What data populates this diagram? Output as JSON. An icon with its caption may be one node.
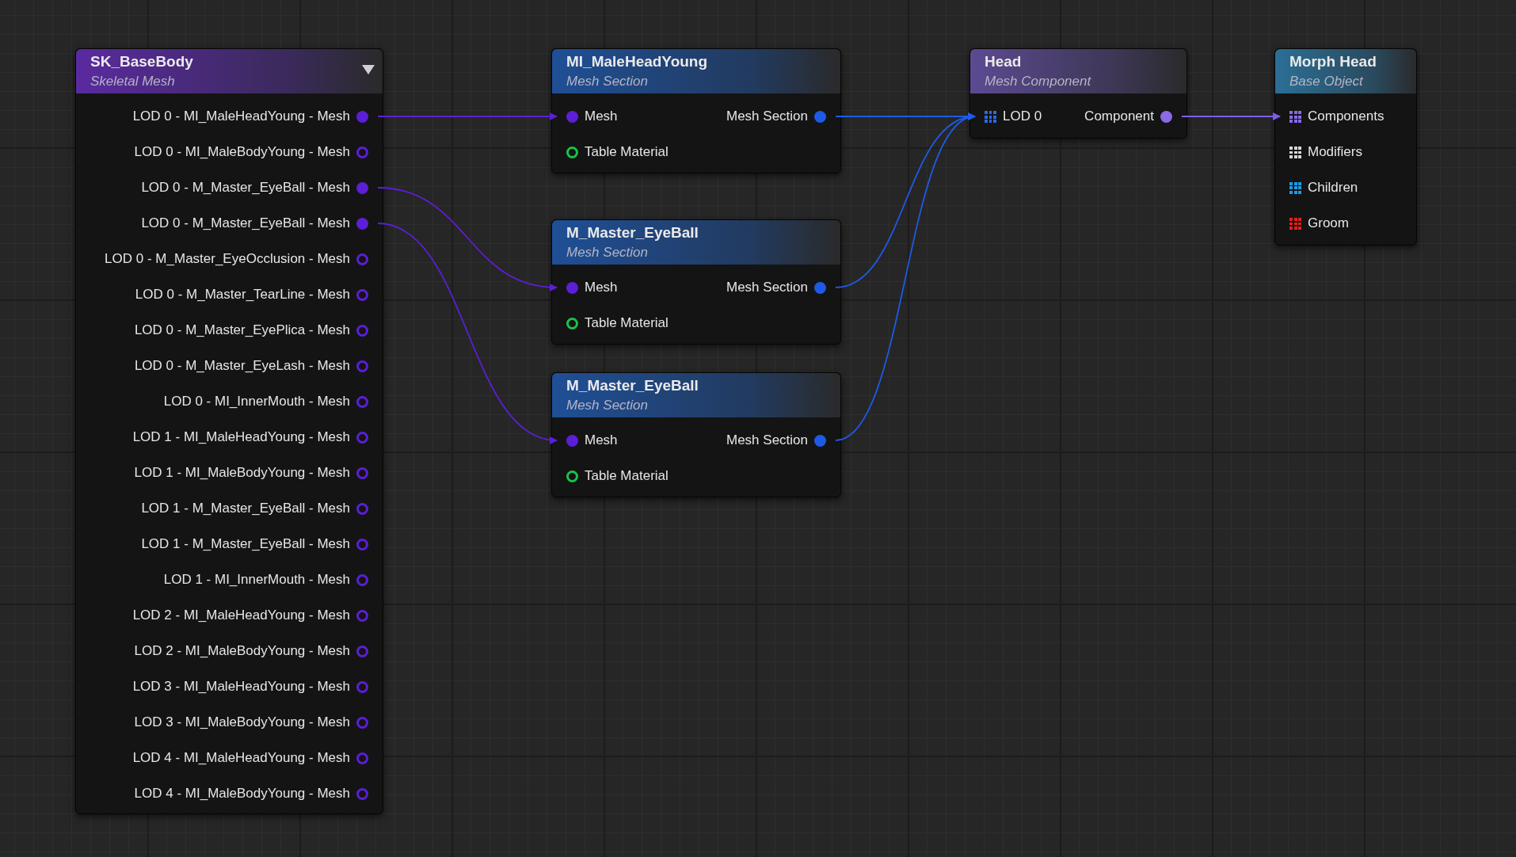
{
  "diagram": {
    "nodes": [
      {
        "text": [
          "SK_BaseBody",
          "Skeletal Mesh"
        ]
      },
      {
        "text": [
          "LOD 0 - MI_MaleHeadYoung - Mesh"
        ],
        "in": 0
      },
      {
        "text": [
          "LOD 0 - MI_MaleBodyYoung - Mesh"
        ],
        "in": 0
      },
      {
        "text": [
          "LOD 0 - M_Master_EyeBall - Mesh"
        ],
        "in": 0
      },
      {
        "text": [
          "LOD 0 - M_Master_EyeBall - Mesh"
        ],
        "in": 0
      },
      {
        "text": [
          "LOD 0 - M_Master_EyeOcclusion - Mesh"
        ],
        "in": 0
      },
      {
        "text": [
          "LOD 0 - M_Master_TearLine - Mesh"
        ],
        "in": 0
      },
      {
        "text": [
          "LOD 0 - M_Master_EyePlica - Mesh"
        ],
        "in": 0
      },
      {
        "text": [
          "LOD 0 - M_Master_EyeLash - Mesh"
        ],
        "in": 0
      },
      {
        "text": [
          "LOD 0 - MI_InnerMouth - Mesh"
        ],
        "in": 0
      },
      {
        "text": [
          "LOD 1 - MI_MaleHeadYoung - Mesh"
        ],
        "in": 0
      },
      {
        "text": [
          "LOD 1 - MI_MaleBodyYoung - Mesh"
        ],
        "in": 0
      },
      {
        "text": [
          "LOD 1 - M_Master_EyeBall - Mesh"
        ],
        "in": 0
      },
      {
        "text": [
          "LOD 1 - M_Master_EyeBall - Mesh"
        ],
        "in": 0
      },
      {
        "text": [
          "LOD 1 - MI_InnerMouth - Mesh"
        ],
        "in": 0
      },
      {
        "text": [
          "LOD 2 - MI_MaleHeadYoung - Mesh"
        ],
        "in": 0
      },
      {
        "text": [
          "LOD 2 - MI_MaleBodyYoung - Mesh"
        ],
        "in": 0
      },
      {
        "text": [
          "LOD 3 - MI_MaleHeadYoung - Mesh"
        ],
        "in": 0
      },
      {
        "text": [
          "LOD 3 - MI_MaleBodyYoung - Mesh"
        ],
        "in": 0
      },
      {
        "text": [
          "LOD 4 - MI_MaleHeadYoung - Mesh"
        ],
        "in": 0
      },
      {
        "text": [
          "LOD 4 - MI_MaleBodyYoung - Mesh"
        ],
        "in": 0
      },
      {
        "text": [
          "MI_MaleHeadYoung",
          "Mesh Section"
        ]
      },
      {
        "text": [
          "Mesh"
        ],
        "in": 21
      },
      {
        "text": [
          "Mesh Section"
        ],
        "in": 21
      },
      {
        "text": [
          "Table Material"
        ],
        "in": 21
      },
      {
        "text": [
          "M_Master_EyeBall",
          "Mesh Section"
        ]
      },
      {
        "text": [
          "Mesh"
        ],
        "in": 25
      },
      {
        "text": [
          "Mesh Section"
        ],
        "in": 25
      },
      {
        "text": [
          "Table Material"
        ],
        "in": 25
      },
      {
        "text": [
          "M_Master_EyeBall",
          "Mesh Section"
        ]
      },
      {
        "text": [
          "Mesh"
        ],
        "in": 29
      },
      {
        "text": [
          "Mesh Section"
        ],
        "in": 29
      },
      {
        "text": [
          "Table Material"
        ],
        "in": 29
      },
      {
        "text": [
          "Head",
          "Mesh Component"
        ]
      },
      {
        "text": [
          "LOD 0"
        ],
        "in": 33
      },
      {
        "text": [
          "Component"
        ],
        "in": 33
      },
      {
        "text": [
          "Morph Head",
          "Base Object"
        ]
      },
      {
        "text": [
          "Components"
        ],
        "in": 36
      },
      {
        "text": [
          "Modifiers"
        ],
        "in": 36
      },
      {
        "text": [
          "Children"
        ],
        "in": 36
      },
      {
        "text": [
          "Groom"
        ],
        "in": 36
      }
    ],
    "edges": [
      {
        "from": 1,
        "to": 22,
        "arrow": "to",
        "color": "#5b1fd6"
      },
      {
        "from": 3,
        "to": 26,
        "arrow": "to",
        "color": "#5b1fd6"
      },
      {
        "from": 4,
        "to": 30,
        "arrow": "to",
        "color": "#5b1fd6"
      },
      {
        "from": 23,
        "to": 34,
        "arrow": "to",
        "color": "#1e5ae6"
      },
      {
        "from": 27,
        "to": 34,
        "arrow": "to",
        "color": "#1e5ae6"
      },
      {
        "from": 31,
        "to": 34,
        "arrow": "to",
        "color": "#1e5ae6"
      },
      {
        "from": 35,
        "to": 37,
        "arrow": "to",
        "color": "#7d5ee8"
      }
    ]
  }
}
